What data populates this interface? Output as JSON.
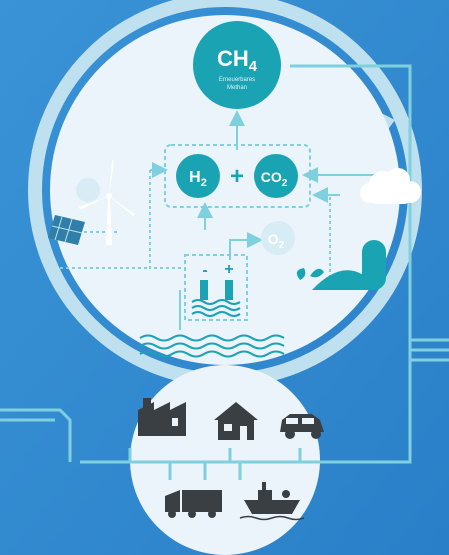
{
  "nodes": {
    "ch4": {
      "formula_main": "CH",
      "formula_sub": "4",
      "caption_line1": "Erneuerbares",
      "caption_line2": "Methan"
    },
    "h2": {
      "formula_main": "H",
      "formula_sub": "2"
    },
    "co2": {
      "formula_main": "CO",
      "formula_sub": "2"
    },
    "o2": {
      "formula_main": "O",
      "formula_sub": "2"
    },
    "plus": "+",
    "electrolyser_minus": "-",
    "electrolyser_plus": "+"
  },
  "colors": {
    "background": "#2f8cd2",
    "circle_fill": "#eaf4fa",
    "ring": "#bfe0ef",
    "teal": "#1aa3b3",
    "line": "#7fd0de",
    "icon_dark": "#3a3f44",
    "white": "#ffffff"
  },
  "icons": [
    "wind-turbine-icon",
    "solar-panel-icon",
    "cloud-icon",
    "biogas-plant-icon",
    "factory-icon",
    "house-icon",
    "car-icon",
    "truck-icon",
    "ship-icon",
    "electrolyser-icon",
    "water-icon",
    "leaf-icon"
  ]
}
